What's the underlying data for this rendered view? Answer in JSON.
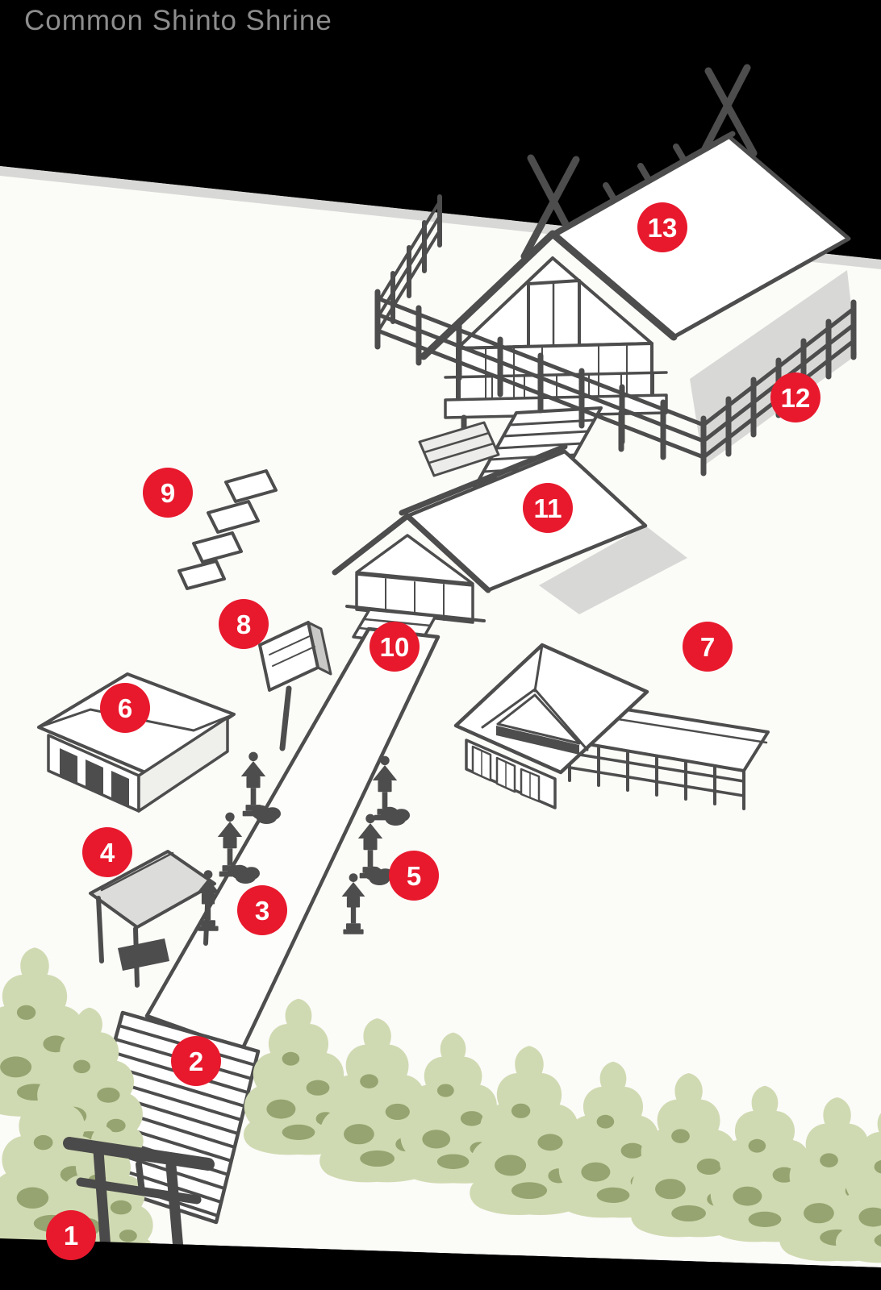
{
  "title": "Common Shinto Shrine",
  "colors": {
    "marker_red": "#e8192d",
    "background": "#000000",
    "paper": "#fbfbf8",
    "line_gray": "#4d4d4d",
    "tree_light": "#d0dab2",
    "tree_dark": "#95a470"
  },
  "markers": [
    {
      "label": "1"
    },
    {
      "label": "2"
    },
    {
      "label": "3"
    },
    {
      "label": "4"
    },
    {
      "label": "5"
    },
    {
      "label": "6"
    },
    {
      "label": "7"
    },
    {
      "label": "8"
    },
    {
      "label": "9"
    },
    {
      "label": "10"
    },
    {
      "label": "11"
    },
    {
      "label": "12"
    },
    {
      "label": "13"
    }
  ]
}
